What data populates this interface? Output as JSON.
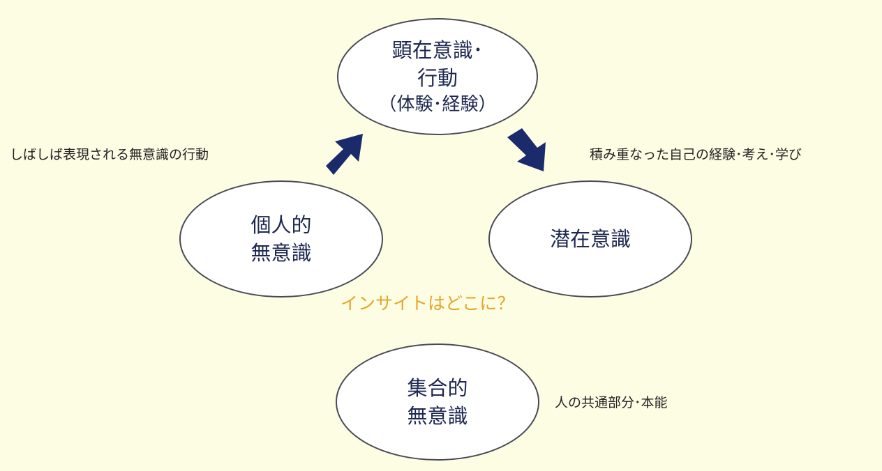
{
  "nodes": {
    "conscious": {
      "lines": [
        "顕在意識･",
        "行動",
        "（体験･経験）"
      ]
    },
    "personal_unconscious": {
      "lines": [
        "個人的",
        "無意識"
      ]
    },
    "subconscious": {
      "lines": [
        "潜在意識"
      ]
    },
    "collective_unconscious": {
      "lines": [
        "集合的",
        "無意識"
      ]
    }
  },
  "notes": {
    "left": "しばしば表現される無意識の行動",
    "right": "積み重なった自己の経験･考え･学び",
    "bottom": "人の共通部分･本能"
  },
  "question": "インサイトはどこに？",
  "colors": {
    "background": "#fdfde4",
    "arrow": "#1b2a6b",
    "text": "#1e2850",
    "question": "#e6a52a"
  }
}
